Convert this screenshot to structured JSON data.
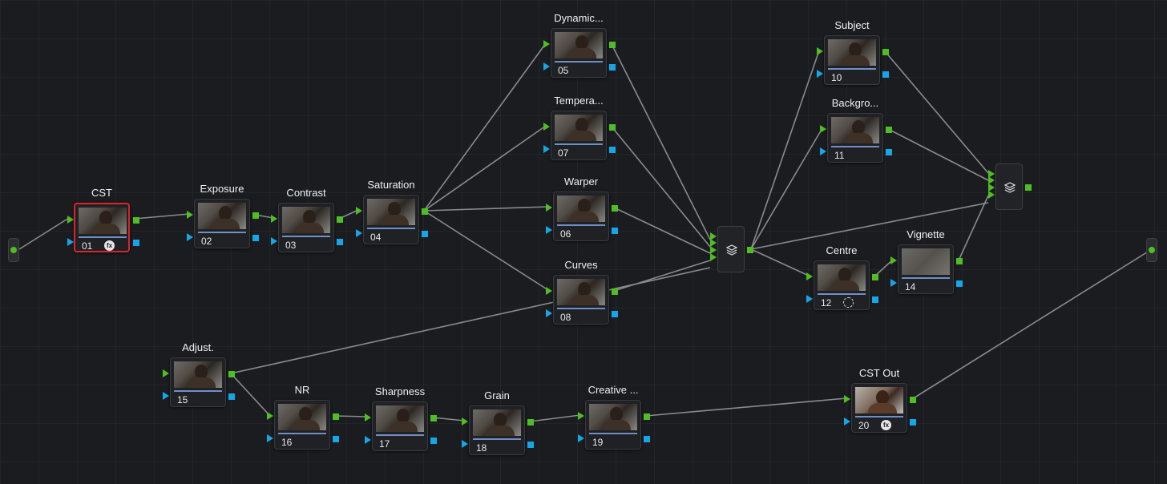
{
  "nodes": [
    {
      "id": "n01",
      "label": "CST",
      "number": "01",
      "badge": "fx",
      "selected": true
    },
    {
      "id": "n02",
      "label": "Exposure",
      "number": "02"
    },
    {
      "id": "n03",
      "label": "Contrast",
      "number": "03"
    },
    {
      "id": "n04",
      "label": "Saturation",
      "number": "04"
    },
    {
      "id": "n05",
      "label": "Dynamic...",
      "number": "05"
    },
    {
      "id": "n07",
      "label": "Tempera...",
      "number": "07"
    },
    {
      "id": "n06",
      "label": "Warper",
      "number": "06"
    },
    {
      "id": "n08",
      "label": "Curves",
      "number": "08"
    },
    {
      "id": "n10",
      "label": "Subject",
      "number": "10"
    },
    {
      "id": "n11",
      "label": "Backgro...",
      "number": "11"
    },
    {
      "id": "n12",
      "label": "Centre",
      "number": "12",
      "badge": "circle"
    },
    {
      "id": "n14",
      "label": "Vignette",
      "number": "14"
    },
    {
      "id": "n15",
      "label": "Adjust.",
      "number": "15"
    },
    {
      "id": "n16",
      "label": "NR",
      "number": "16"
    },
    {
      "id": "n17",
      "label": "Sharpness",
      "number": "17"
    },
    {
      "id": "n18",
      "label": "Grain",
      "number": "18"
    },
    {
      "id": "n19",
      "label": "Creative ...",
      "number": "19"
    },
    {
      "id": "n20",
      "label": "CST Out",
      "number": "20",
      "badge": "fx"
    }
  ],
  "icons": {
    "layer_mixer": "layers-icon",
    "fx": "fx-icon",
    "circle": "dashed-circle-icon"
  },
  "colors": {
    "rgb_pin": "#4fbe22",
    "alpha_pin": "#15a6e8",
    "wire": "#8b8b8e",
    "selected_border": "#d8262b",
    "node_bar": "#6f8fc7"
  }
}
